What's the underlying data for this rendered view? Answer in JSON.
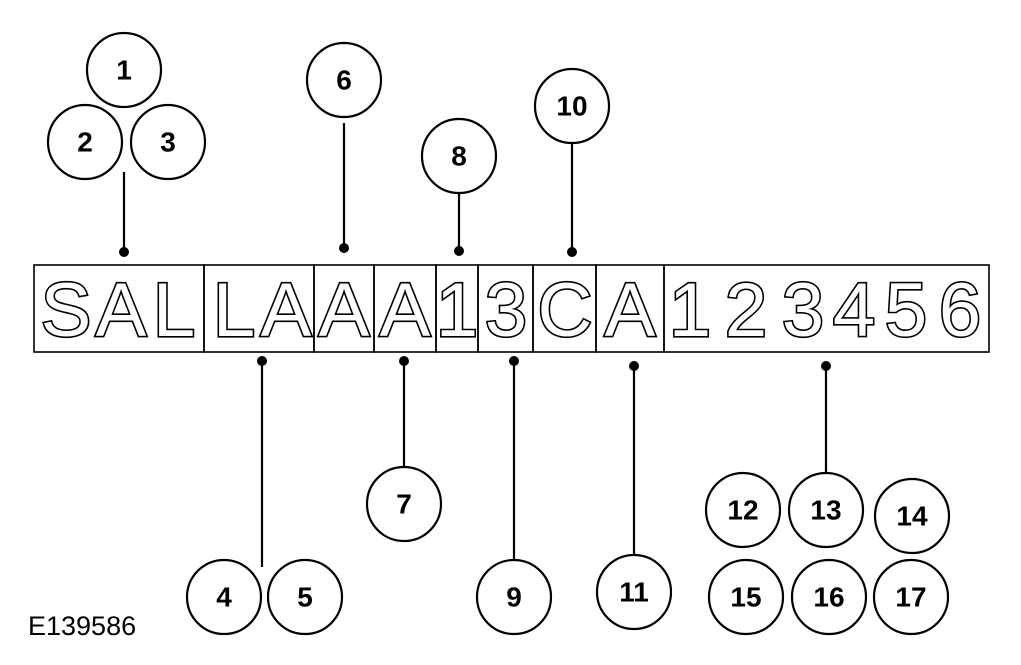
{
  "vin": {
    "groups": [
      {
        "id": "g1",
        "chars": [
          "S",
          "A",
          "L"
        ]
      },
      {
        "id": "g2",
        "chars": [
          "L",
          "A"
        ]
      },
      {
        "id": "g3",
        "chars": [
          "A"
        ]
      },
      {
        "id": "g4",
        "chars": [
          "A"
        ]
      },
      {
        "id": "g5",
        "chars": [
          "1"
        ]
      },
      {
        "id": "g6",
        "chars": [
          "3"
        ]
      },
      {
        "id": "g7",
        "chars": [
          "C"
        ]
      },
      {
        "id": "g8",
        "chars": [
          "A"
        ]
      },
      {
        "id": "g9",
        "chars": [
          "1",
          "2",
          "3",
          "4",
          "5",
          "6"
        ]
      }
    ]
  },
  "callouts": [
    "1",
    "2",
    "3",
    "4",
    "5",
    "6",
    "7",
    "8",
    "9",
    "10",
    "11",
    "12",
    "13",
    "14",
    "15",
    "16",
    "17"
  ],
  "reference": "E139586"
}
